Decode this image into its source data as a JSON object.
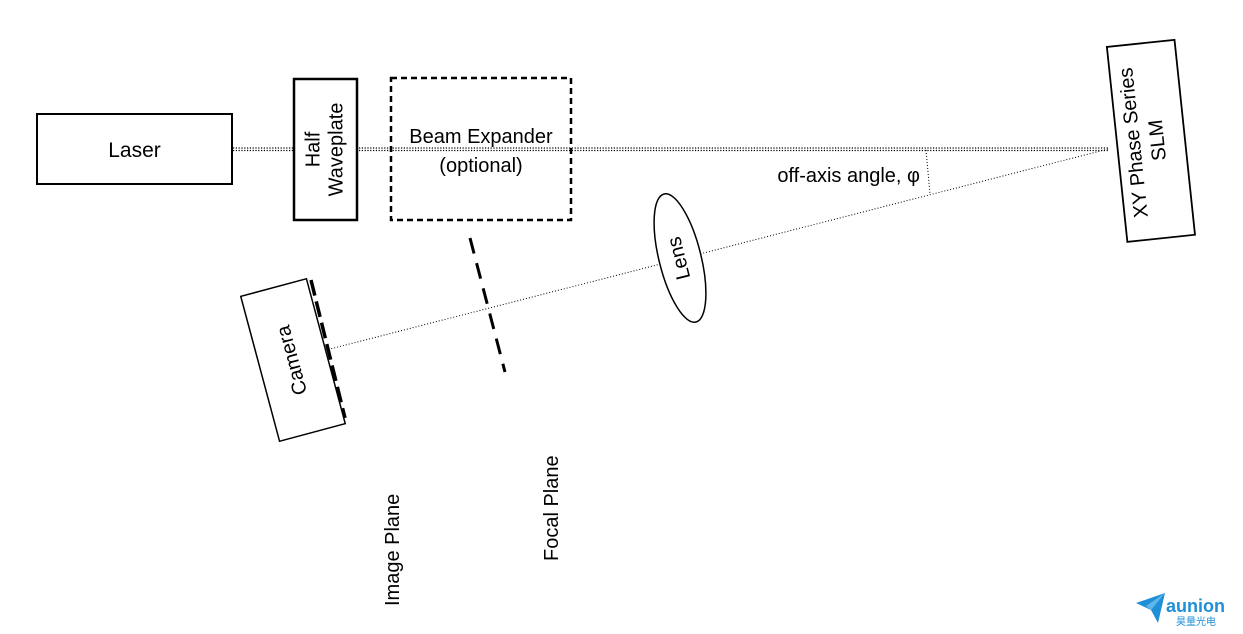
{
  "components": {
    "laser": "Laser",
    "half_waveplate": [
      "Half",
      "Waveplate"
    ],
    "beam_expander": [
      "Beam Expander",
      "(optional)"
    ],
    "slm": [
      "XY Phase Series",
      "SLM"
    ],
    "lens": "Lens",
    "camera": "Camera"
  },
  "annotations": {
    "angle": "off-axis angle, φ",
    "focal_plane": "Focal Plane",
    "image_plane": "Image Plane"
  },
  "logo": {
    "name": "aunion",
    "subtitle": "昊量光电",
    "color": "#1f8fd8"
  }
}
